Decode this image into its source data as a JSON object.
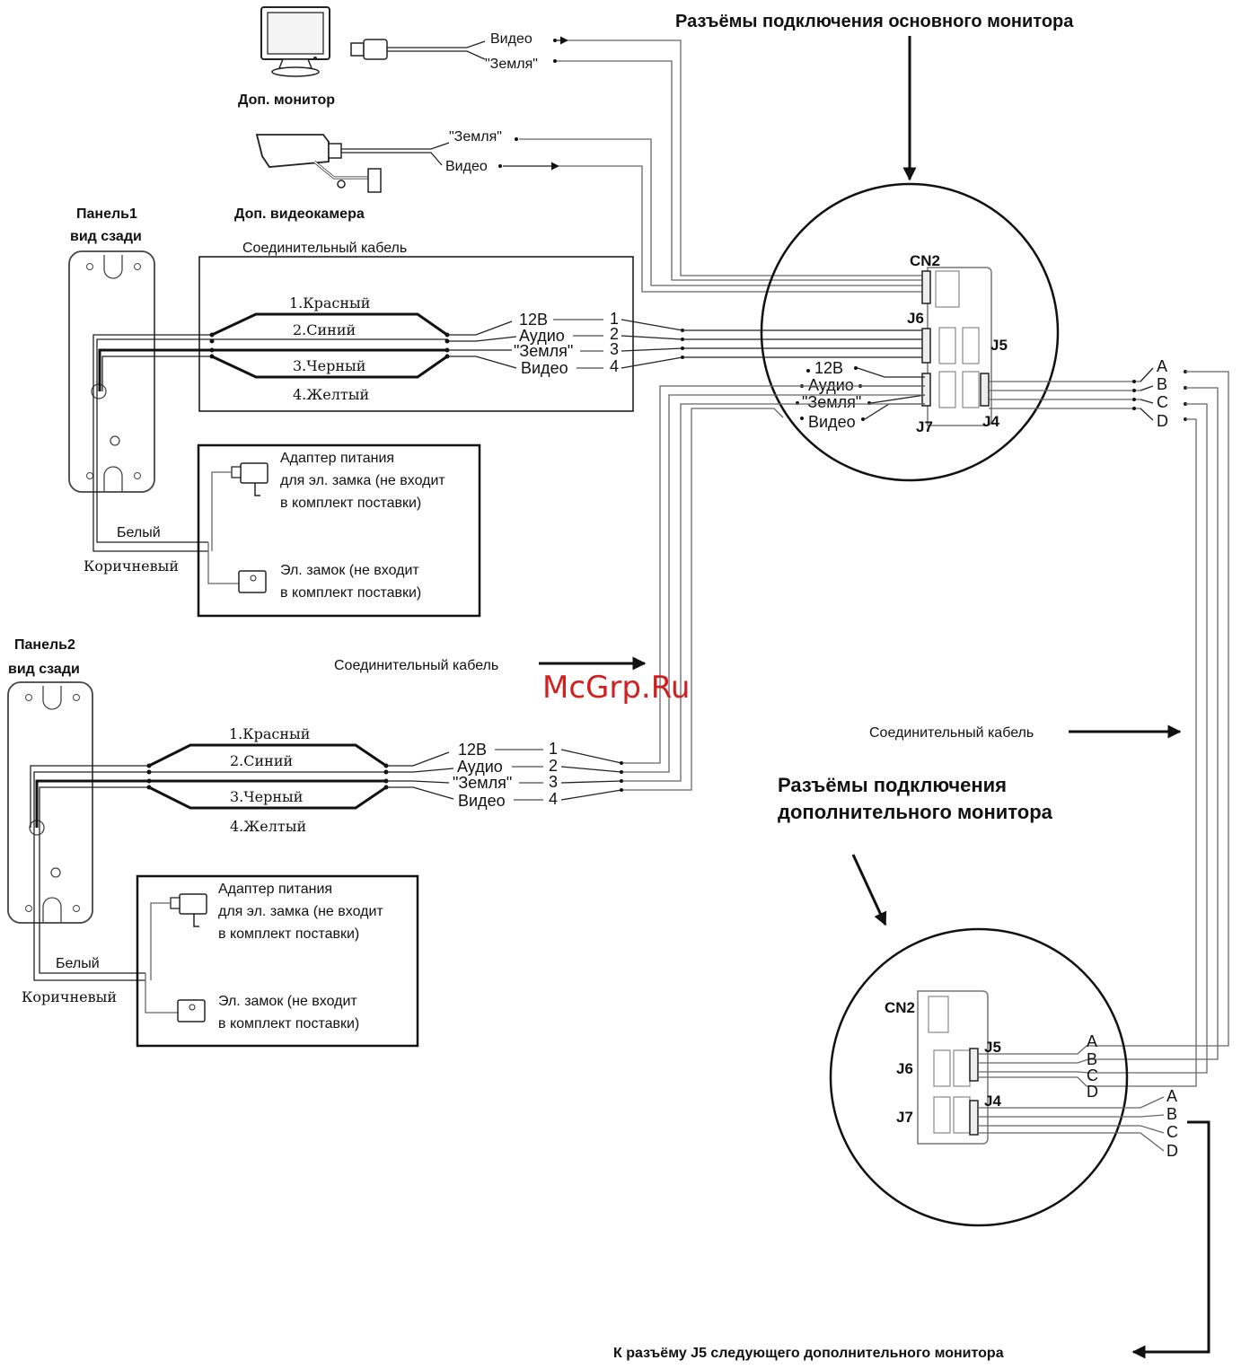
{
  "headings": {
    "main_monitor": "Разъёмы подключения основного монитора",
    "extra_monitor_l1": "Разъёмы подключения",
    "extra_monitor_l2": "дополнительного монитора",
    "next_monitor": "К разъёму J5 следующего дополнительного монитора"
  },
  "devices": {
    "extra_monitor": "Доп. монитор",
    "extra_camera": "Доп. видеокамера",
    "panel1_l1": "Панель1",
    "panel1_l2": "вид сзади",
    "panel2_l1": "Панель2",
    "panel2_l2": "вид сзади"
  },
  "monitor_wires": {
    "video": "Видео",
    "ground": "\"Земля\""
  },
  "camera_wires": {
    "ground": "\"Земля\"",
    "video": "Видео"
  },
  "cable_label": "Соединительный кабель",
  "wire_colors": [
    "1.Красный",
    "2.Синий",
    "3.Черный",
    "4.Желтый"
  ],
  "signals": [
    "12В",
    "Аудио",
    "\"Земля\"",
    "Видео"
  ],
  "pin_numbers": [
    "1",
    "2",
    "3",
    "4"
  ],
  "lock_box": {
    "adapter_l1": "Адаптер питания",
    "adapter_l2": "для эл. замка (не входит",
    "adapter_l3": "в комплект поставки)",
    "lock_l1": "Эл. замок (не входит",
    "lock_l2": "в комплект поставки)",
    "white": "Белый",
    "brown": "Коричневый"
  },
  "connectors": {
    "cn2": "CN2",
    "j4": "J4",
    "j5": "J5",
    "j6": "J6",
    "j7": "J7"
  },
  "bus_letters": [
    "A",
    "B",
    "C",
    "D"
  ],
  "watermark": "McGrp.Ru"
}
